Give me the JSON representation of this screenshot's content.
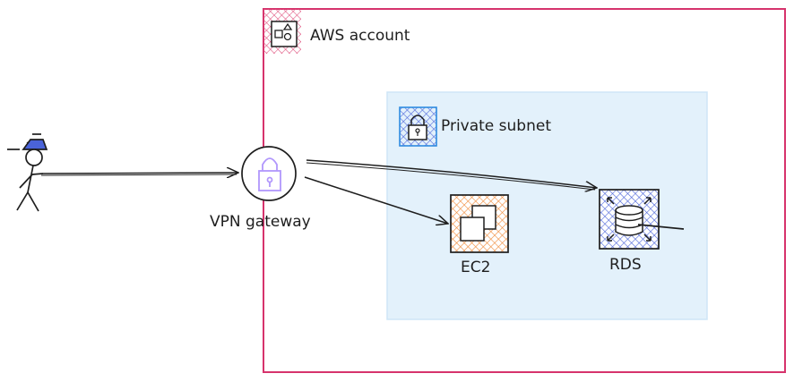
{
  "aws_account": {
    "label": "AWS account",
    "border_color": "#d6336c"
  },
  "private_subnet": {
    "label": "Private subnet",
    "fill": "#e3f1fb",
    "border": "#cfe5f7"
  },
  "vpn_gateway": {
    "label": "VPN gateway",
    "icon": "lock-icon",
    "icon_color": "#b197fc"
  },
  "ec2": {
    "label": "EC2",
    "icon": "ec2-instances-icon",
    "hatch_color": "#f08c3c"
  },
  "rds": {
    "label": "RDS",
    "icon": "database-icon",
    "hatch_color": "#4a63d9"
  },
  "user": {
    "icon": "stick-figure-with-propeller-hat-icon",
    "hat_color": "#4a63d9"
  },
  "colors": {
    "stroke": "#1e1e1e",
    "account_hatch": "#e0537f",
    "subnet_icon": "#2f8be0"
  }
}
